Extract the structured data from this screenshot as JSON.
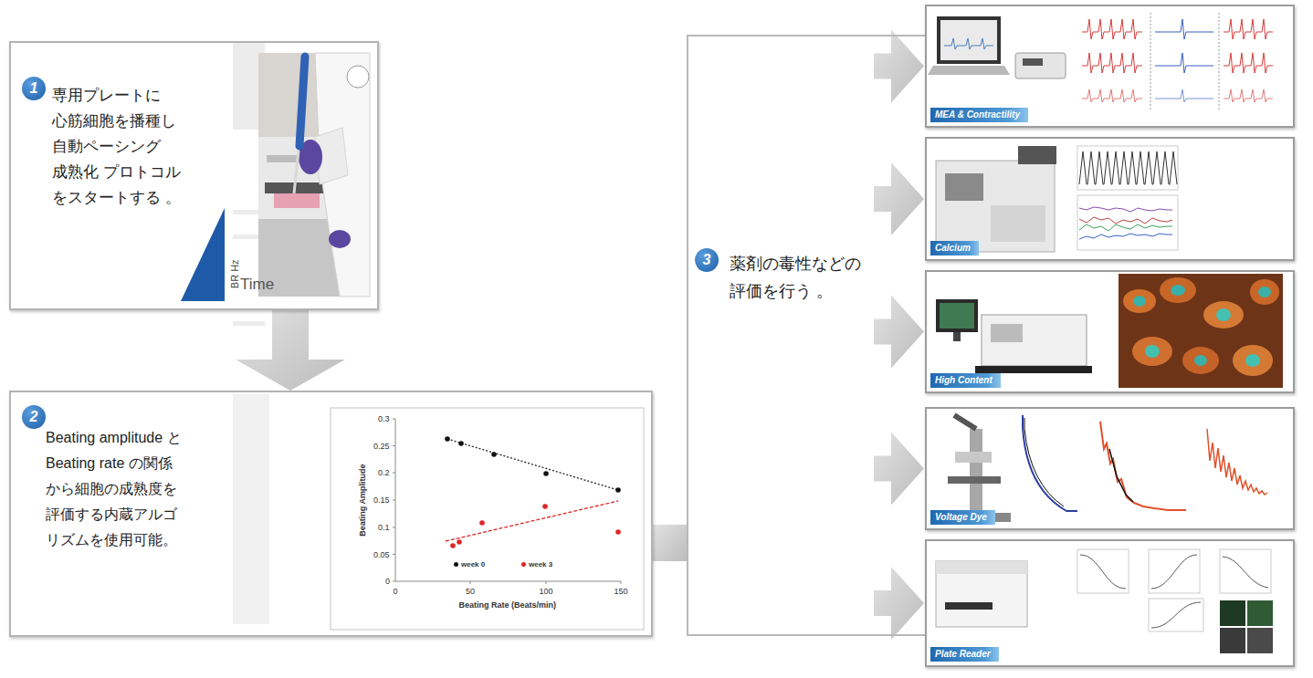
{
  "diagram": {
    "nodes": [
      {
        "text": [
          "1",
          "専用プレートに 心筋細胞を播種し 自動ペーシング 成熟化 プロトコル をスタートする 。"
        ]
      },
      {
        "text": [
          "2",
          "Beating amplitude と Beating rate の関係 から細胞の成熟度を 評価する内蔵アルゴ リズムを使用可能。"
        ]
      },
      {
        "text": [
          "3",
          "薬剤の毒性などの 評価を行う 。"
        ]
      },
      {
        "text": [
          "MEA & Contractility"
        ]
      },
      {
        "text": [
          "Calcium"
        ]
      },
      {
        "text": [
          "High Content"
        ]
      },
      {
        "text": [
          "Voltage Dye"
        ]
      },
      {
        "text": [
          "Plate Reader"
        ]
      }
    ],
    "edges": [
      {
        "from": 0,
        "to": 1,
        "arrow": "to"
      },
      {
        "from": 1,
        "to": 2,
        "arrow": "none"
      },
      {
        "from": 2,
        "to": 3,
        "arrow": "to"
      },
      {
        "from": 2,
        "to": 4,
        "arrow": "to"
      },
      {
        "from": 2,
        "to": 5,
        "arrow": "to"
      },
      {
        "from": 2,
        "to": 6,
        "arrow": "to"
      },
      {
        "from": 2,
        "to": 7,
        "arrow": "to"
      }
    ],
    "labels": [
      "BR Hz",
      "Time",
      "0.3",
      "0.25",
      "0.2",
      "0.15",
      "0.1",
      "0.05",
      "0",
      "0",
      "50",
      "100",
      "150",
      "Beating Amplitude",
      "Beating Rate (Beats/min)"
    ],
    "legend": [
      {
        "text": "week 0"
      },
      {
        "text": "week 3"
      }
    ]
  }
}
